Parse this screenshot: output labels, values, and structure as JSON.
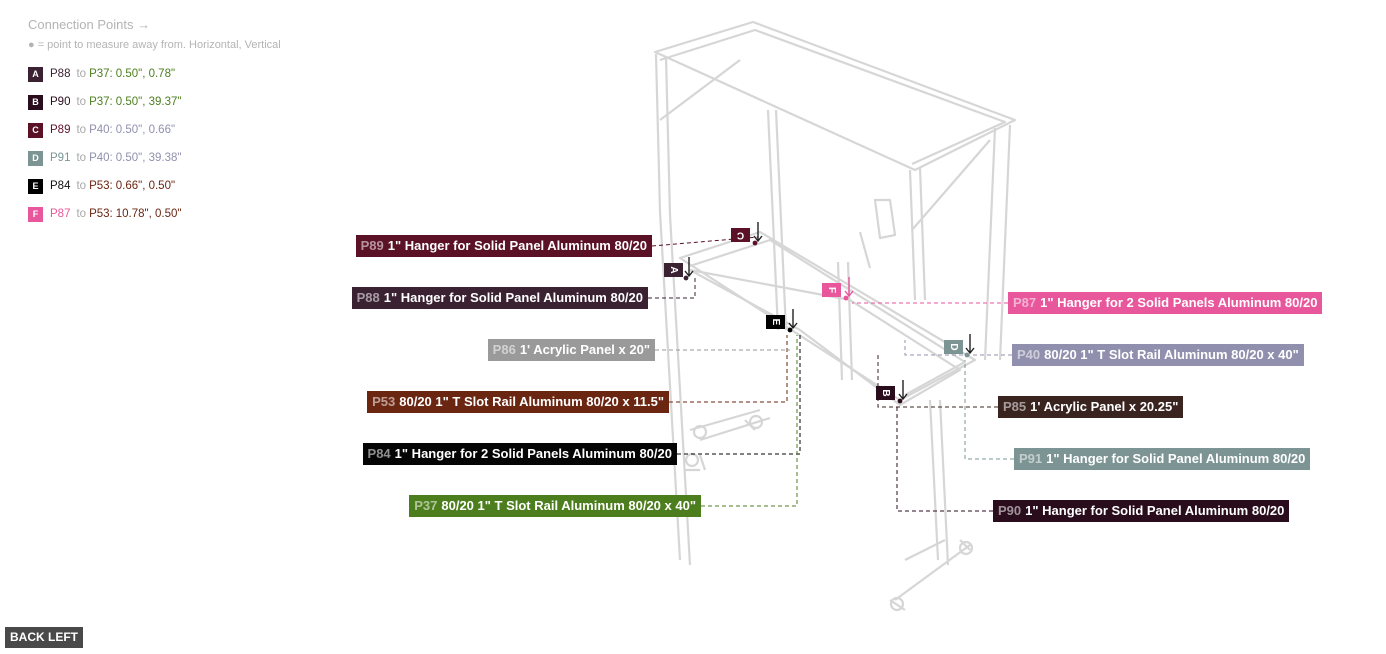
{
  "panel": {
    "title": "Connection Points →",
    "note": "● = point to measure away from. Horizontal, Vertical",
    "to_word": "to",
    "items": [
      {
        "letter": "A",
        "from": "P88",
        "to": "P37",
        "values": "0.50\", 0.78\"",
        "badge_color": "#3a2233",
        "from_color": "#3a2233",
        "to_color": "#4d7e1e",
        "value_color": "#4d7e1e"
      },
      {
        "letter": "B",
        "from": "P90",
        "to": "P37",
        "values": "0.50\", 39.37\"",
        "badge_color": "#2a0d1c",
        "from_color": "#2a0d1c",
        "to_color": "#4d7e1e",
        "value_color": "#4d7e1e"
      },
      {
        "letter": "C",
        "from": "P89",
        "to": "P40",
        "values": "0.50\", 0.66\"",
        "badge_color": "#5b1227",
        "from_color": "#5b1227",
        "to_color": "#9090ae",
        "value_color": "#9090ae"
      },
      {
        "letter": "D",
        "from": "P91",
        "to": "P40",
        "values": "0.50\", 39.38\"",
        "badge_color": "#7d9494",
        "from_color": "#7d9494",
        "to_color": "#9090ae",
        "value_color": "#9090ae"
      },
      {
        "letter": "E",
        "from": "P84",
        "to": "P53",
        "values": "0.66\", 0.50\"",
        "badge_color": "#000000",
        "from_color": "#111111",
        "to_color": "#6b2612",
        "value_color": "#6b2612"
      },
      {
        "letter": "F",
        "from": "P87",
        "to": "P53",
        "values": "10.78\", 0.50\"",
        "badge_color": "#e8569c",
        "from_color": "#e8569c",
        "to_color": "#6b2612",
        "value_color": "#6b2612"
      }
    ]
  },
  "labels": [
    {
      "id": "P89",
      "text": "1\" Hanger for Solid Panel Aluminum 80/20",
      "color": "#5b1227"
    },
    {
      "id": "P88",
      "text": "1\" Hanger for Solid Panel Aluminum 80/20",
      "color": "#3a2233"
    },
    {
      "id": "P86",
      "text": "1' Acrylic Panel x 20\"",
      "color": "#9a9a9a"
    },
    {
      "id": "P53",
      "text": "80/20 1\" T Slot Rail Aluminum 80/20 x 11.5\"",
      "color": "#6b2612"
    },
    {
      "id": "P84",
      "text": "1\" Hanger for 2 Solid Panels Aluminum 80/20",
      "color": "#050505"
    },
    {
      "id": "P37",
      "text": "80/20 1\" T Slot Rail Aluminum 80/20 x 40\"",
      "color": "#4d7e1e"
    },
    {
      "id": "P87",
      "text": "1\" Hanger for 2 Solid Panels Aluminum 80/20",
      "color": "#e8569c"
    },
    {
      "id": "P40",
      "text": "80/20 1\" T Slot Rail Aluminum 80/20 x 40\"",
      "color": "#9090ae"
    },
    {
      "id": "P85",
      "text": "1' Acrylic Panel x 20.25\"",
      "color": "#3a2420"
    },
    {
      "id": "P91",
      "text": "1\" Hanger for Solid Panel Aluminum 80/20",
      "color": "#7d9494"
    },
    {
      "id": "P90",
      "text": "1\" Hanger for Solid Panel Aluminum 80/20",
      "color": "#2a0d1c"
    }
  ],
  "markers": [
    {
      "letter": "C",
      "color": "#5b1227"
    },
    {
      "letter": "A",
      "color": "#3a2233"
    },
    {
      "letter": "F",
      "color": "#e8569c"
    },
    {
      "letter": "E",
      "color": "#000000"
    },
    {
      "letter": "D",
      "color": "#7d9494"
    },
    {
      "letter": "B",
      "color": "#2a0d1c"
    }
  ],
  "back_button": "BACK LEFT"
}
